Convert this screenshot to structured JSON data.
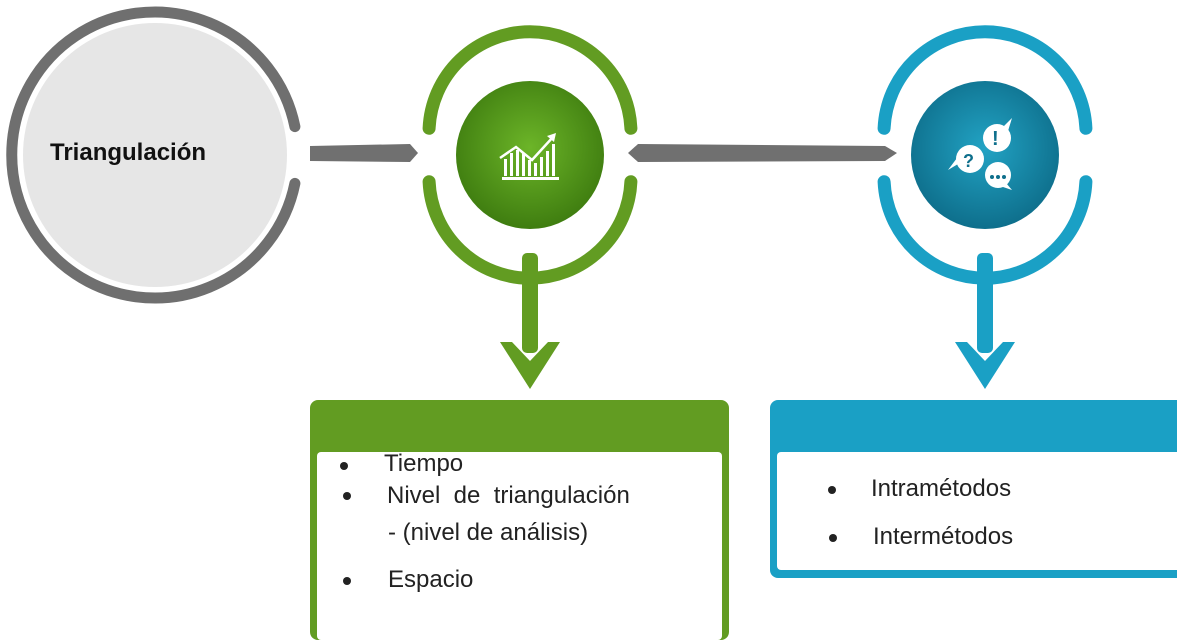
{
  "main_node": {
    "label": "Triangulación",
    "icon": "circle-node-icon"
  },
  "branches": [
    {
      "icon": "growth-chart-icon",
      "color": "#629c22",
      "items": [
        "Tiempo",
        "Nivel  de  triangulación",
        "- (nivel de análisis)",
        "Espacio"
      ]
    },
    {
      "icon": "speech-bubbles-icon",
      "color": "#1aa0c5",
      "items": [
        "Intramétodos",
        "Intermétodos"
      ]
    }
  ]
}
